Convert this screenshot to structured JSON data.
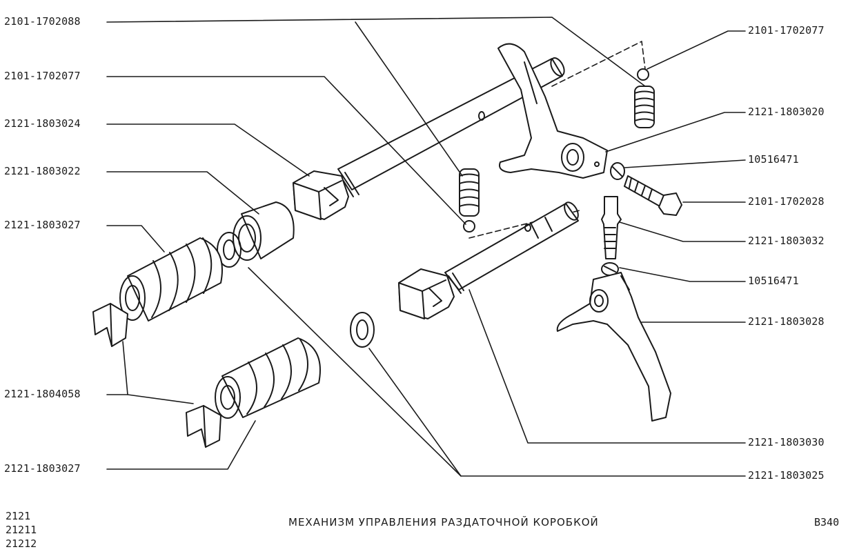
{
  "labels_left": [
    "2101-1702088",
    "2101-1702077",
    "2121-1803024",
    "2121-1803022",
    "2121-1803027",
    "2121-1804058",
    "2121-1803027"
  ],
  "labels_right": [
    "2101-1702077",
    "2121-1803020",
    "10516471",
    "2101-1702028",
    "2121-1803032",
    "10516471",
    "2121-1803028",
    "2121-1803030",
    "2121-1803025"
  ],
  "footer": {
    "models": [
      "2121",
      "21211",
      "21212"
    ],
    "title": "МЕХАНИЗМ УПРАВЛЕНИЯ РАЗДАТОЧНОЙ КОРОБКОЙ",
    "page_code": "B340"
  }
}
